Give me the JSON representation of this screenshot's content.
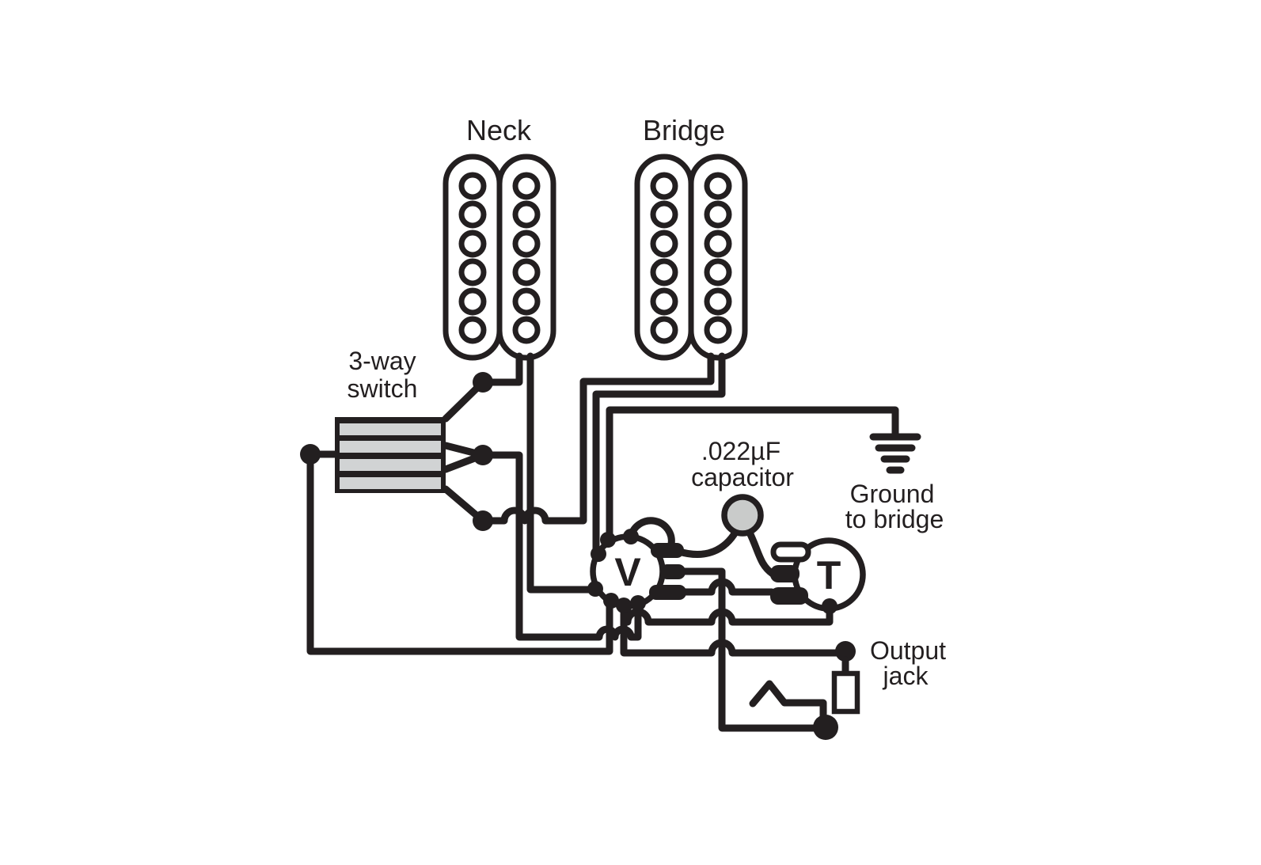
{
  "figure": {
    "labels": {
      "neck": "Neck",
      "bridge": "Bridge",
      "switch_line1": "3-way",
      "switch_line2": "switch",
      "cap_line1": ".022µF",
      "cap_line2": "capacitor",
      "ground_line1": "Ground",
      "ground_line2": "to bridge",
      "output_line1": "Output",
      "output_line2": "jack",
      "volume_pot": "V",
      "tone_pot": "T"
    },
    "colors": {
      "line": "#231f20",
      "switch_slots": "#d1d3d4",
      "capacitor_fill": "#c9cbca",
      "background": "#ffffff"
    }
  }
}
